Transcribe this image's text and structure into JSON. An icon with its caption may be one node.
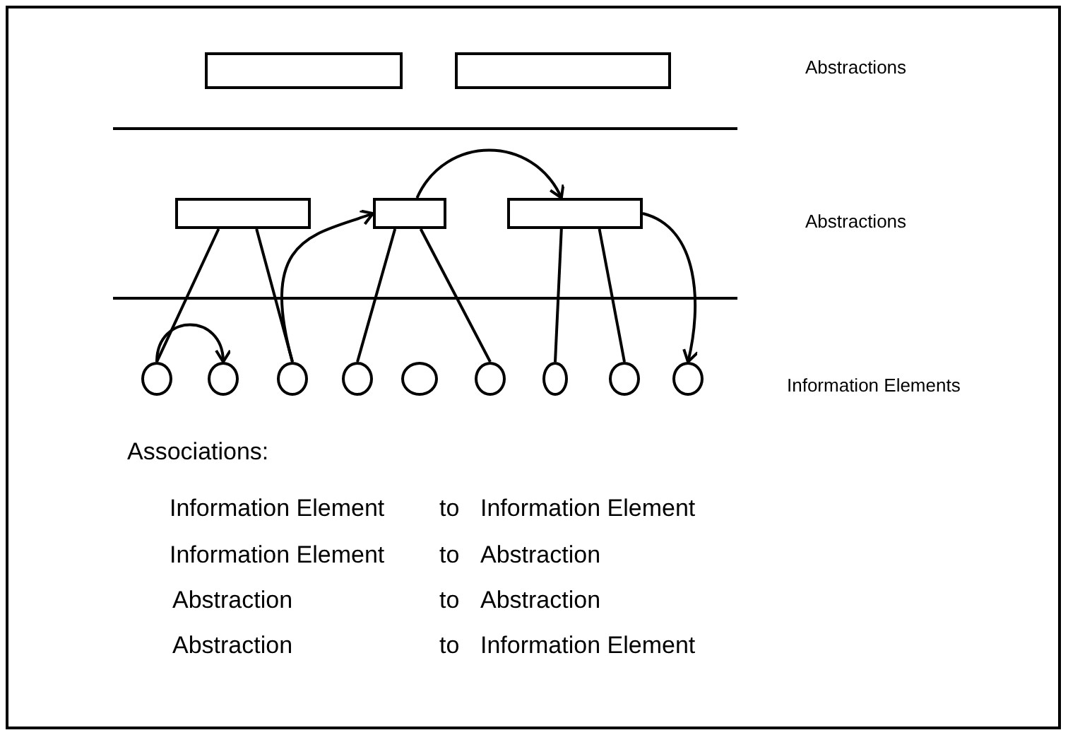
{
  "diagram": {
    "nodes": [
      {
        "text": [],
        "shape": "box"
      },
      {
        "text": [],
        "shape": "box"
      },
      {
        "text": [],
        "shape": "box"
      },
      {
        "text": [],
        "shape": "box"
      },
      {
        "text": [],
        "shape": "box"
      },
      {
        "text": [],
        "shape": "circle"
      },
      {
        "text": [],
        "shape": "circle"
      },
      {
        "text": [],
        "shape": "circle"
      },
      {
        "text": [],
        "shape": "circle"
      },
      {
        "text": [],
        "shape": "circle"
      },
      {
        "text": [],
        "shape": "circle"
      },
      {
        "text": [],
        "shape": "circle"
      },
      {
        "text": [],
        "shape": "circle"
      },
      {
        "text": [],
        "shape": "circle"
      }
    ],
    "edges": [
      {
        "from": 5,
        "to": 6,
        "arrow": "to"
      },
      {
        "from": 7,
        "to": 3,
        "arrow": "to"
      },
      {
        "from": 3,
        "to": 4,
        "arrow": "to"
      },
      {
        "from": 4,
        "to": 13,
        "arrow": "to"
      },
      {
        "from": 2,
        "to": 5,
        "arrow": "none"
      },
      {
        "from": 2,
        "to": 7,
        "arrow": "none"
      },
      {
        "from": 3,
        "to": 8,
        "arrow": "none"
      },
      {
        "from": 3,
        "to": 10,
        "arrow": "none"
      },
      {
        "from": 4,
        "to": 11,
        "arrow": "none"
      },
      {
        "from": 4,
        "to": 12,
        "arrow": "none"
      }
    ],
    "labels": [
      "Abstractions",
      "Abstractions",
      "Information Elements",
      "Associations:",
      "Information Element",
      "to",
      "Information Element",
      "Information Element",
      "to",
      "Abstraction",
      "Abstraction",
      "to",
      "Abstraction",
      "Abstraction",
      "to",
      "Information Element"
    ]
  }
}
